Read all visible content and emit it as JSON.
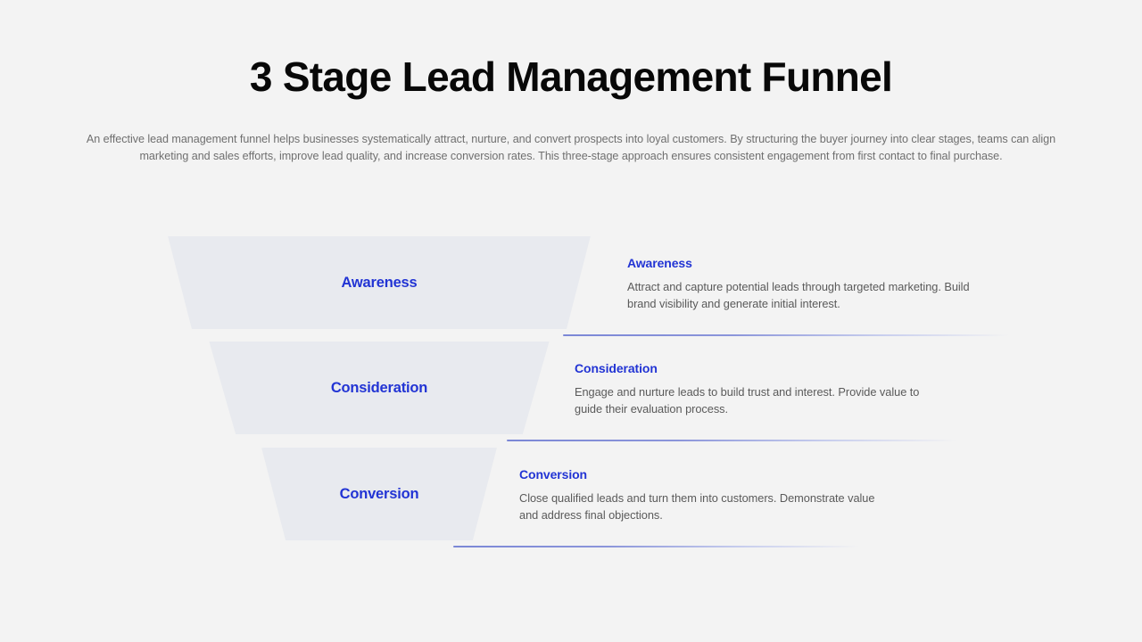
{
  "header": {
    "title": "3 Stage Lead Management Funnel",
    "subtitle": "An effective lead management funnel helps businesses systematically attract, nurture, and convert prospects into loyal customers. By structuring the buyer journey into clear stages, teams can align marketing and sales efforts, improve lead quality, and increase conversion rates. This three-stage approach ensures consistent engagement from first contact to final purchase."
  },
  "colors": {
    "background": "#f3f3f3",
    "accent_blue": "#2234d4",
    "funnel_fill": "#e8eaef",
    "rule_start": "#7b87d6",
    "body_text": "#5a5a5a",
    "title_text": "#080808"
  },
  "chart_data": {
    "type": "funnel",
    "title": "3 Stage Lead Management Funnel",
    "stages": [
      {
        "label": "Awareness",
        "heading": "Awareness",
        "description": "Attract and capture potential leads through targeted marketing. Build brand visibility and generate initial interest.",
        "width_rank": 1
      },
      {
        "label": "Consideration",
        "heading": "Consideration",
        "description": "Engage and nurture leads to build trust and interest. Provide value to guide their evaluation process.",
        "width_rank": 2
      },
      {
        "label": "Conversion",
        "heading": "Conversion",
        "description": "Close qualified leads and turn them into customers. Demonstrate value and address final objections.",
        "width_rank": 3
      }
    ]
  }
}
